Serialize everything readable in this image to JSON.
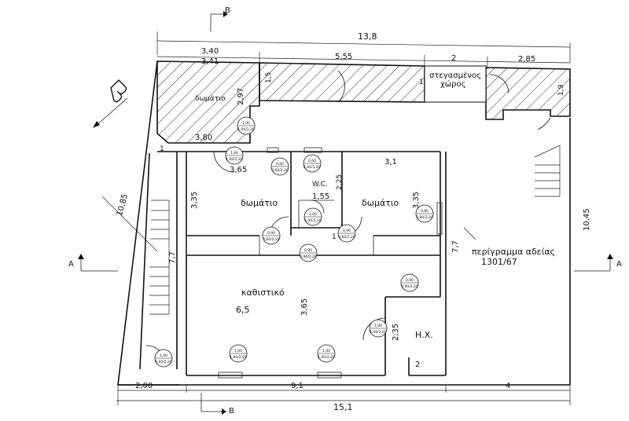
{
  "rooms": {
    "bedroom_left_top": "δωμάτιο",
    "bedroom_left": "δωμάτιο",
    "bedroom_right": "δωμάτιο",
    "wc": "W.C.",
    "living": "καθιστικό",
    "covered_space_line1": "στεγασμένος",
    "covered_space_line2": "χώρος",
    "hx": "Η.Χ.",
    "permit_outline_line1": "περίγραμμα αδείας",
    "permit_outline_line2": "1301/67"
  },
  "section_labels": {
    "b_top": "B",
    "b_bottom": "B",
    "a_left": "A",
    "a_right": "A"
  },
  "dimensions": {
    "total_top": "13,8",
    "top_3_40": "3,40",
    "top_3_41": "3,41",
    "top_5_55": "5,55",
    "top_2": "2",
    "top_2_85": "2,85",
    "dim_1_5": "1,5",
    "dim_1": "1",
    "dim_1_9": "1,9",
    "dim_2_97": "2,97",
    "dim_3_80": "3,80",
    "dim_1_b": "1",
    "dim_3_65_top": "3,65",
    "dim_1_55": "1,55",
    "dim_2_25": "2,25",
    "dim_3_1": "3,1",
    "dim_3_35_left": "3,35",
    "dim_3_35_right": "3,35",
    "dim_10_85": "10,85",
    "dim_7_7_left": "7,7",
    "dim_1_c": "1",
    "dim_7_7_mid": "7,7",
    "dim_10_45": "10,45",
    "dim_6_5": "6,5",
    "dim_3_65_mid": "3,65",
    "dim_2_35": "2,35",
    "dim_2": "2",
    "bottom_2_00": "2,00",
    "bottom_9_1": "9,1",
    "bottom_4": "4",
    "total_bottom": "15,1"
  },
  "opening_tags": [
    {
      "top": "1,00",
      "bottom": "1,00/2,20"
    },
    {
      "top": "1,60",
      "bottom": "1,00/2,20"
    },
    {
      "top": "0,60",
      "bottom": "0,60/2,20"
    },
    {
      "top": "0,60",
      "bottom": "1,00/1,20"
    },
    {
      "top": "1,00",
      "bottom": "1,00/2,20"
    },
    {
      "top": "0,90",
      "bottom": "0,60/2,20"
    },
    {
      "top": "0,90",
      "bottom": "0,90/2,20"
    },
    {
      "top": "0,90",
      "bottom": "0,60/2,20"
    },
    {
      "top": "0,80",
      "bottom": "0,80/2,20"
    },
    {
      "top": "0,90",
      "bottom": "0,90/2,20"
    },
    {
      "top": "1,00",
      "bottom": "1,00/2,20"
    },
    {
      "top": "1,40",
      "bottom": "1,40/2,20"
    },
    {
      "top": "1,40",
      "bottom": "1,00/2,20"
    },
    {
      "top": "1,00",
      "bottom": "1,00/2,20"
    }
  ]
}
